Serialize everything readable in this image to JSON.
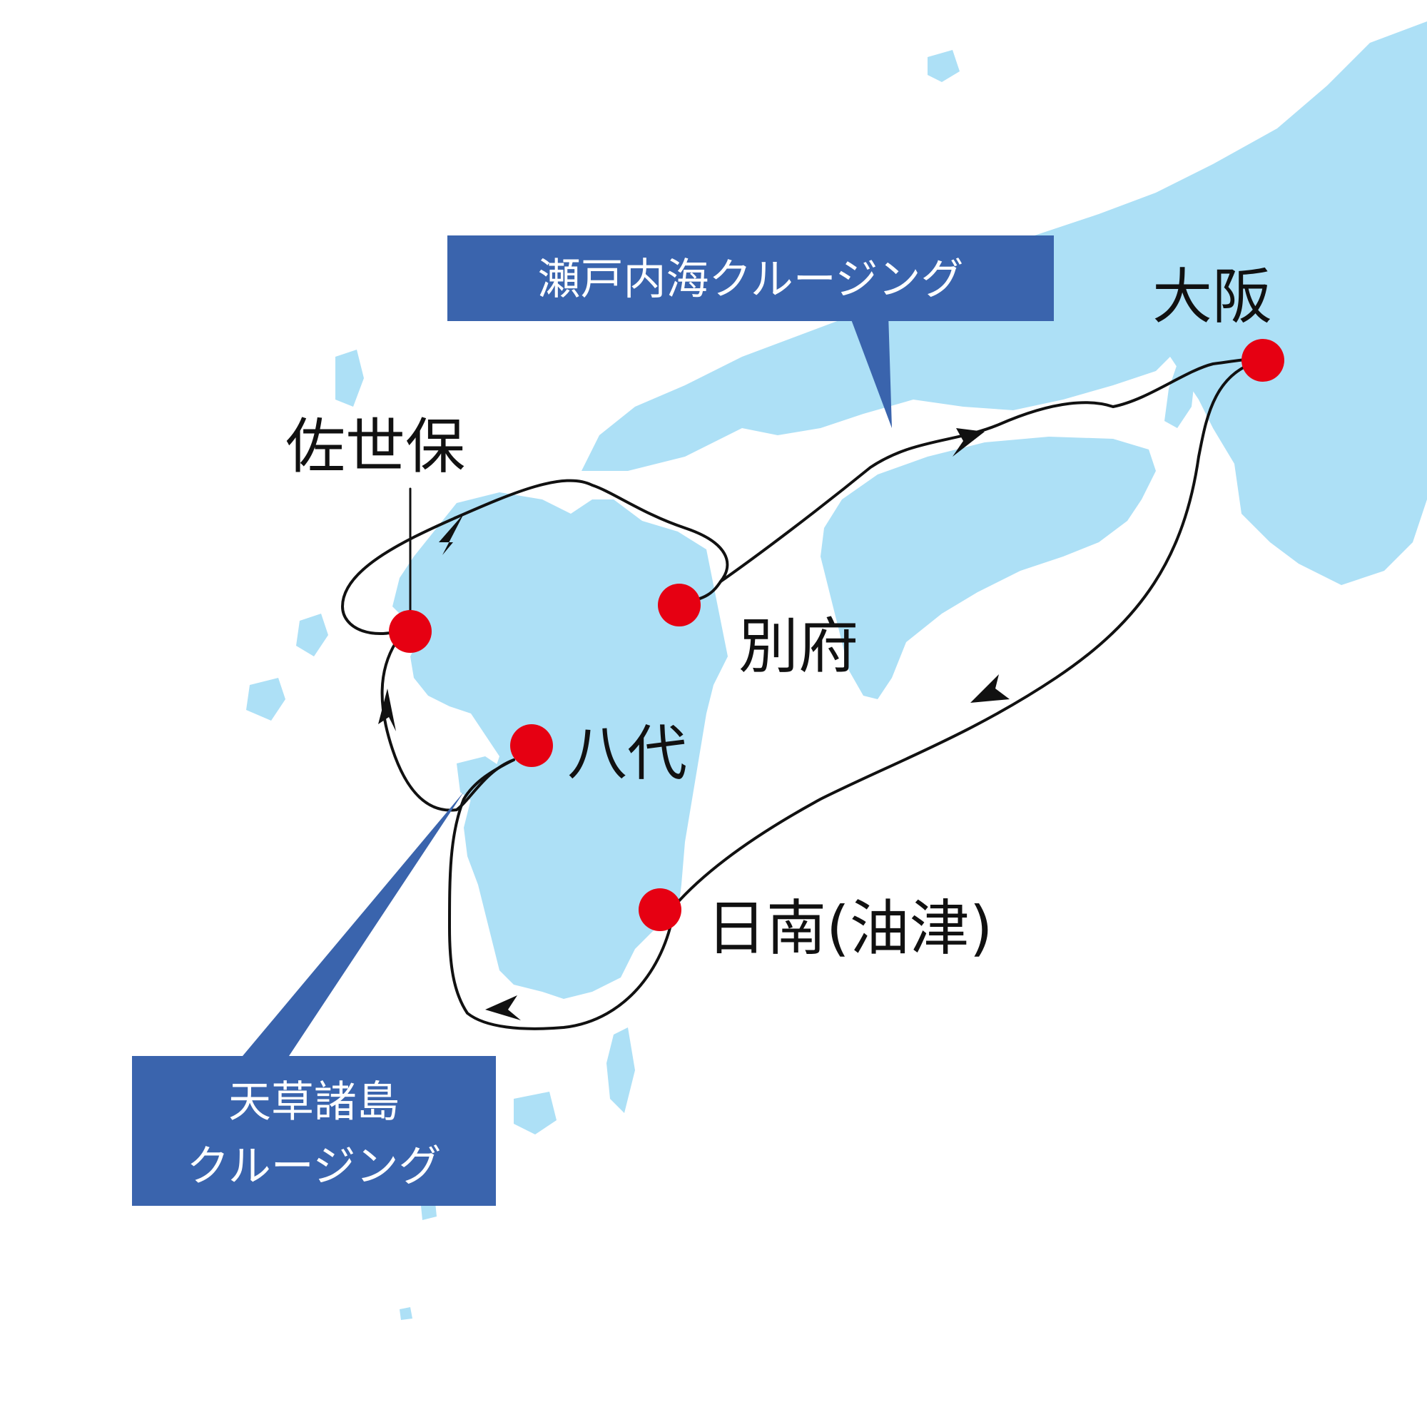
{
  "colors": {
    "land": "#ade0f6",
    "route": "#111111",
    "port": "#e60012",
    "banner": "#3a64ad",
    "banner_text": "#ffffff"
  },
  "ports": {
    "osaka": "大阪",
    "sasebo": "佐世保",
    "beppu": "別府",
    "yatsushiro": "八代",
    "nichinan": "日南(油津)"
  },
  "callouts": {
    "seto": "瀬戸内海クルージング",
    "amakusa_line1": "天草諸島",
    "amakusa_line2": "クルージング"
  }
}
